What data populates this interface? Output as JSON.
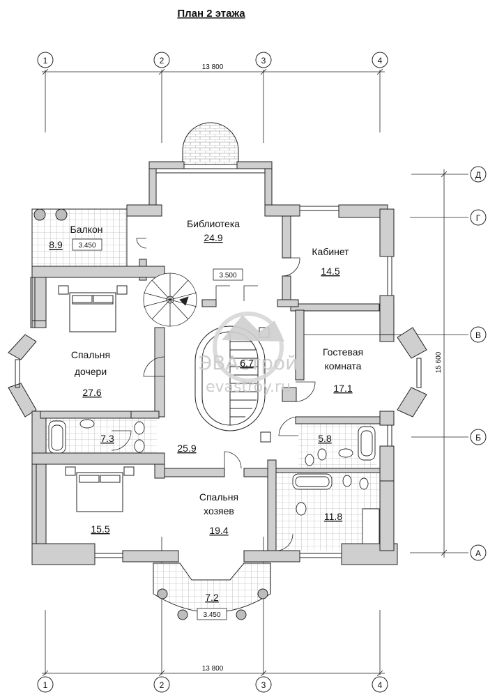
{
  "title": "План 2 этажа",
  "dimensions": {
    "top": "13 800",
    "bottom": "13 800",
    "right": "15 600"
  },
  "axes": {
    "vertical": [
      "1",
      "2",
      "3",
      "4"
    ],
    "horizontal": [
      "Д",
      "Г",
      "В",
      "Б",
      "А"
    ]
  },
  "rooms": {
    "balcony_top": {
      "name": "Балкон",
      "area": "8.9",
      "level": "3.450"
    },
    "library": {
      "name": "Библиотека",
      "area": "24.9",
      "level": "3.500"
    },
    "study": {
      "name": "Кабинет",
      "area": "14.5"
    },
    "daughter_bedroom": {
      "name_line1": "Спальня",
      "name_line2": "дочери",
      "area": "27.6"
    },
    "guest_room": {
      "name_line1": "Гостевая",
      "name_line2": "комната",
      "area": "17.1"
    },
    "hall_stair": {
      "area": "6.7"
    },
    "bath_left": {
      "area": "7.3"
    },
    "bath_right": {
      "area": "5.8"
    },
    "hall": {
      "area": "25.9"
    },
    "bedroom_small": {
      "area": "15.5"
    },
    "master_bedroom": {
      "name_line1": "Спальня",
      "name_line2": "хозяев",
      "area": "19.4"
    },
    "master_bath": {
      "area": "11.8"
    },
    "balcony_bottom": {
      "area": "7.2",
      "level": "3.450"
    }
  },
  "watermark": {
    "line1": "ЭВАстрой",
    "line2": "evastroy.ru"
  }
}
